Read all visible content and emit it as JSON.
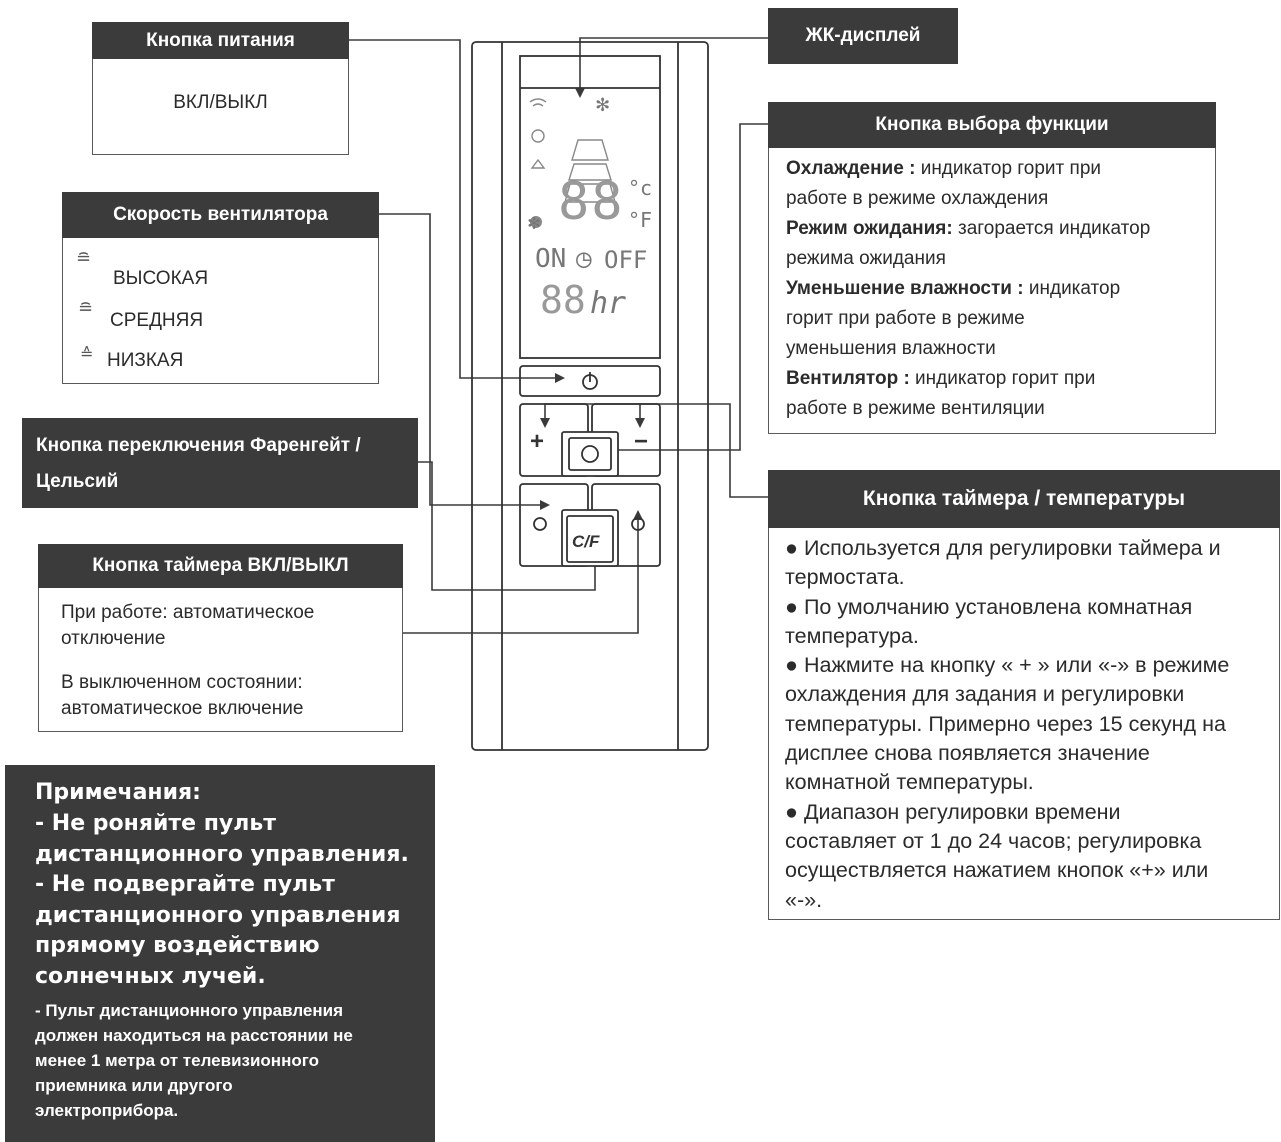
{
  "power": {
    "title": "Кнопка питания",
    "body": "ВКЛ/ВЫКЛ"
  },
  "lcd": {
    "title": "ЖК-дисплей"
  },
  "fan_speed": {
    "title": "Скорость вентилятора",
    "items": [
      "ВЫСОКАЯ",
      "СРЕДНЯЯ",
      "НИЗКАЯ"
    ]
  },
  "unit_switch": {
    "title_line1": "Кнопка переключения Фаренгейт /",
    "title_line2": "Цельсий"
  },
  "timer_onoff": {
    "title": "Кнопка таймера ВКЛ/ВЫКЛ",
    "line1": "При работе: автоматическое",
    "line2": "отключение",
    "line3": "В выключенном состоянии:",
    "line4": "автоматическое включение"
  },
  "function_select": {
    "title": "Кнопка выбора функции",
    "cool_label": "Охлаждение :",
    "cool_text1": " индикатор горит при",
    "cool_text2": "работе в режиме охлаждения",
    "standby_label": "Режим ожидания:",
    "standby_text1": " загорается индикатор",
    "standby_text2": "режима ожидания",
    "dehum_label": "Уменьшение влажности :",
    "dehum_text1": " индикатор",
    "dehum_text2": "горит при работе в режиме",
    "dehum_text3": "уменьшения влажности",
    "fan_label": "Вентилятор :",
    "fan_text1": " индикатор горит при",
    "fan_text2": "работе в режиме вентиляции"
  },
  "timer_temp": {
    "title": "Кнопка таймера / температуры",
    "lines": [
      "● Используется для регулировки таймера и",
      "термостата.",
      "● По умолчанию установлена комнатная",
      "температура.",
      "● Нажмите на кнопку « + » или «-» в режиме",
      "охлаждения для задания и регулировки",
      "температуры. Примерно через 15 секунд на",
      "дисплее снова появляется значение",
      "комнатной температуры.",
      "● Диапазон регулировки времени",
      "составляет от 1 до 24 часов; регулировка",
      "осуществляется нажатием кнопок «+» или",
      "«-»."
    ]
  },
  "notes": {
    "title": "Примечания:",
    "big_lines": [
      "- Не роняйте пульт",
      "дистанционного управления.",
      "- Не подвергайте пульт",
      "дистанционного управления",
      "прямому воздействию",
      "солнечных лучей."
    ],
    "small_lines": [
      "- Пульт дистанционного управления",
      "должен находиться на расстоянии не",
      "менее 1 метра от телевизионного",
      "приемника или другого",
      "электроприбора."
    ]
  },
  "remote": {
    "lcd_digits": "88",
    "unit_c": "°c",
    "unit_f": "°F",
    "on_text": "ON",
    "off_text": "OFF",
    "timer_digits": "88",
    "timer_unit": "hr",
    "plus": "+",
    "minus": "−",
    "cf": "C/F"
  },
  "colors": {
    "header_bg": "#3b3b3b",
    "line": "#3a3a3a",
    "remote_line": "#333333"
  }
}
